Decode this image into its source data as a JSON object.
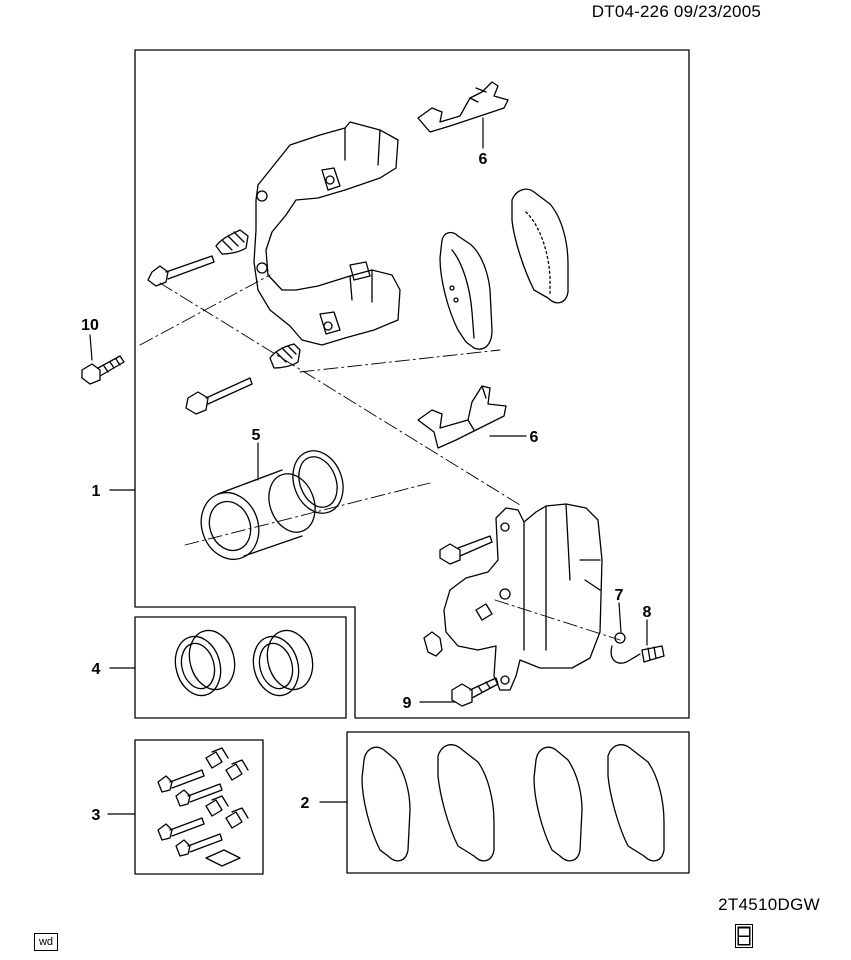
{
  "header": {
    "drawing_id": "DT04-226 09/23/2005"
  },
  "footer": {
    "illustration_code": "2T4510DGW",
    "wd_label": "wd",
    "logo_icon": "gm-spo-logo"
  },
  "callouts": {
    "c1": "1",
    "c2": "2",
    "c3": "3",
    "c4": "4",
    "c5": "5",
    "c6a": "6",
    "c6b": "6",
    "c7": "7",
    "c8": "8",
    "c9": "9",
    "c10": "10"
  }
}
